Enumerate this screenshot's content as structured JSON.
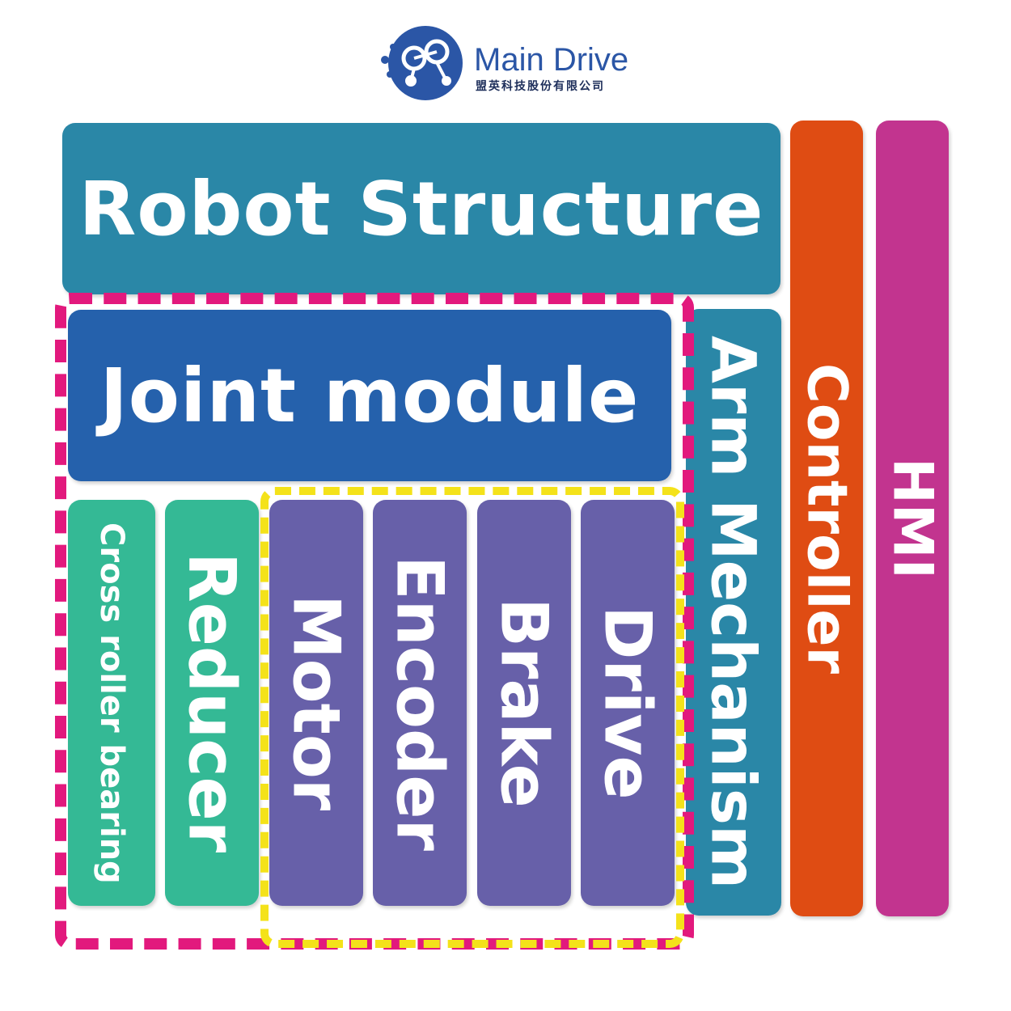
{
  "logo": {
    "name": "Main Drive",
    "subtitle": "盟英科技股份有限公司"
  },
  "colors": {
    "robot_structure": "#2a87a7",
    "joint_module": "#2561ac",
    "green": "#34b995",
    "purple": "#6760a9",
    "arm": "#2a87a7",
    "controller": "#df4c13",
    "hmi": "#c2348f",
    "outline_magenta": "#e2197d",
    "outline_yellow": "#f4e21a"
  },
  "blocks": {
    "robot_structure": "Robot Structure",
    "joint_module": "Joint module",
    "cross_roller_bearing": "Cross roller bearing",
    "reducer": "Reducer",
    "motor": "Motor",
    "encoder": "Encoder",
    "brake": "Brake",
    "drive": "Drive",
    "arm_mechanism": "Arm Mechanism",
    "controller": "Controller",
    "hmi": "HMI"
  }
}
